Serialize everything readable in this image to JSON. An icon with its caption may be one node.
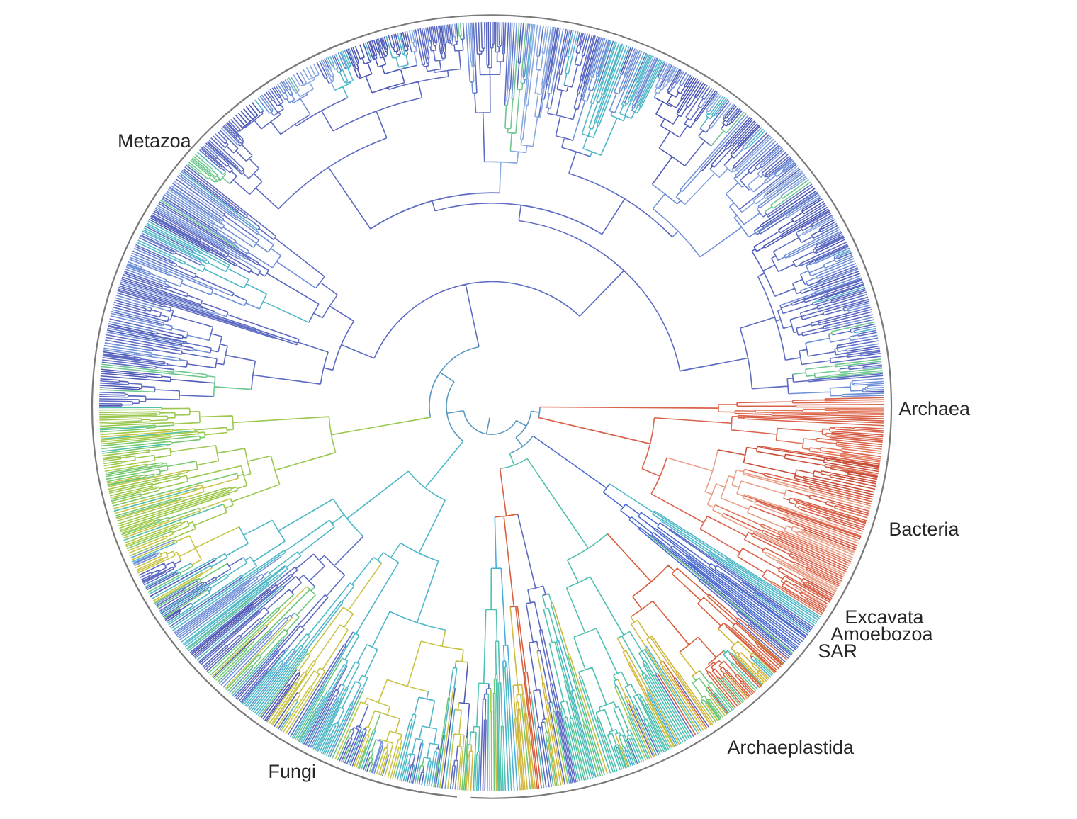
{
  "diagram": {
    "labels": [
      "Metazoa",
      "Archaea",
      "Bacteria",
      "Excavata",
      "Amoebozoa",
      "SAR",
      "Archaeplastida",
      "Fungi"
    ]
  }
}
